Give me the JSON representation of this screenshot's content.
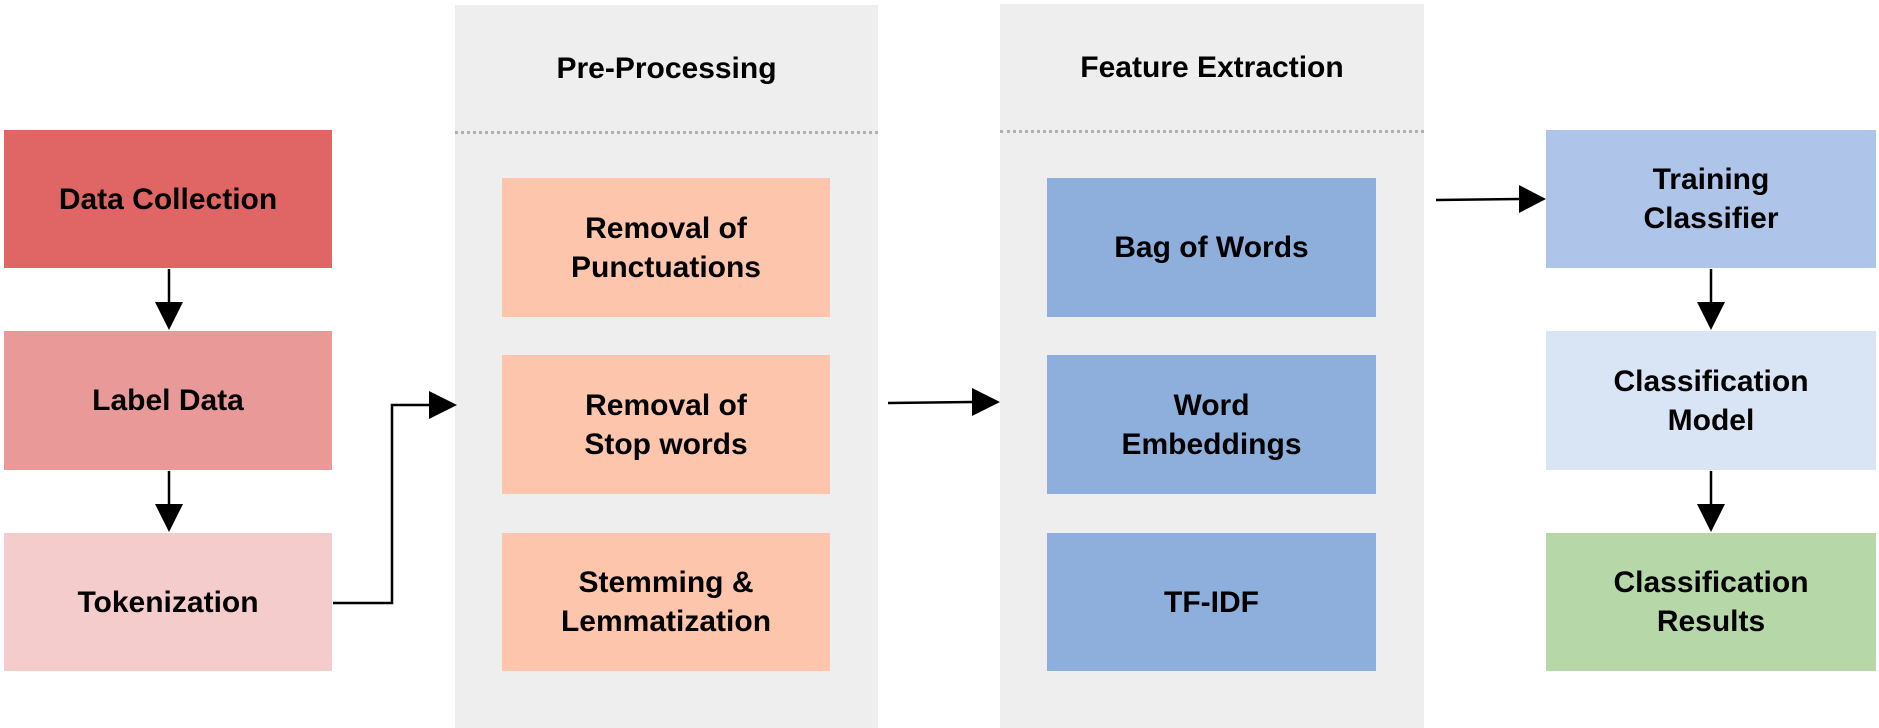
{
  "colors": {
    "data_collection": "#e06666",
    "label_data": "#ea9999",
    "tokenization": "#f4cccc",
    "preprocessing_box": "#fcc5ac",
    "feature_box": "#8eaedc",
    "training_classifier": "#aec4e8",
    "classification_model": "#d9e4f5",
    "classification_results": "#b6d7a8",
    "panel": "#eeeeee"
  },
  "left": {
    "data_collection": "Data Collection",
    "label_data": "Label Data",
    "tokenization": "Tokenization"
  },
  "preprocessing": {
    "title": "Pre-Processing",
    "items": [
      "Removal of\nPunctuations",
      "Removal of\nStop words",
      "Stemming &\nLemmatization"
    ]
  },
  "features": {
    "title": "Feature Extraction",
    "items": [
      "Bag of Words",
      "Word\nEmbeddings",
      "TF-IDF"
    ]
  },
  "right": {
    "training_classifier": "Training\nClassifier",
    "classification_model": "Classification\nModel",
    "classification_results": "Classification\nResults"
  }
}
